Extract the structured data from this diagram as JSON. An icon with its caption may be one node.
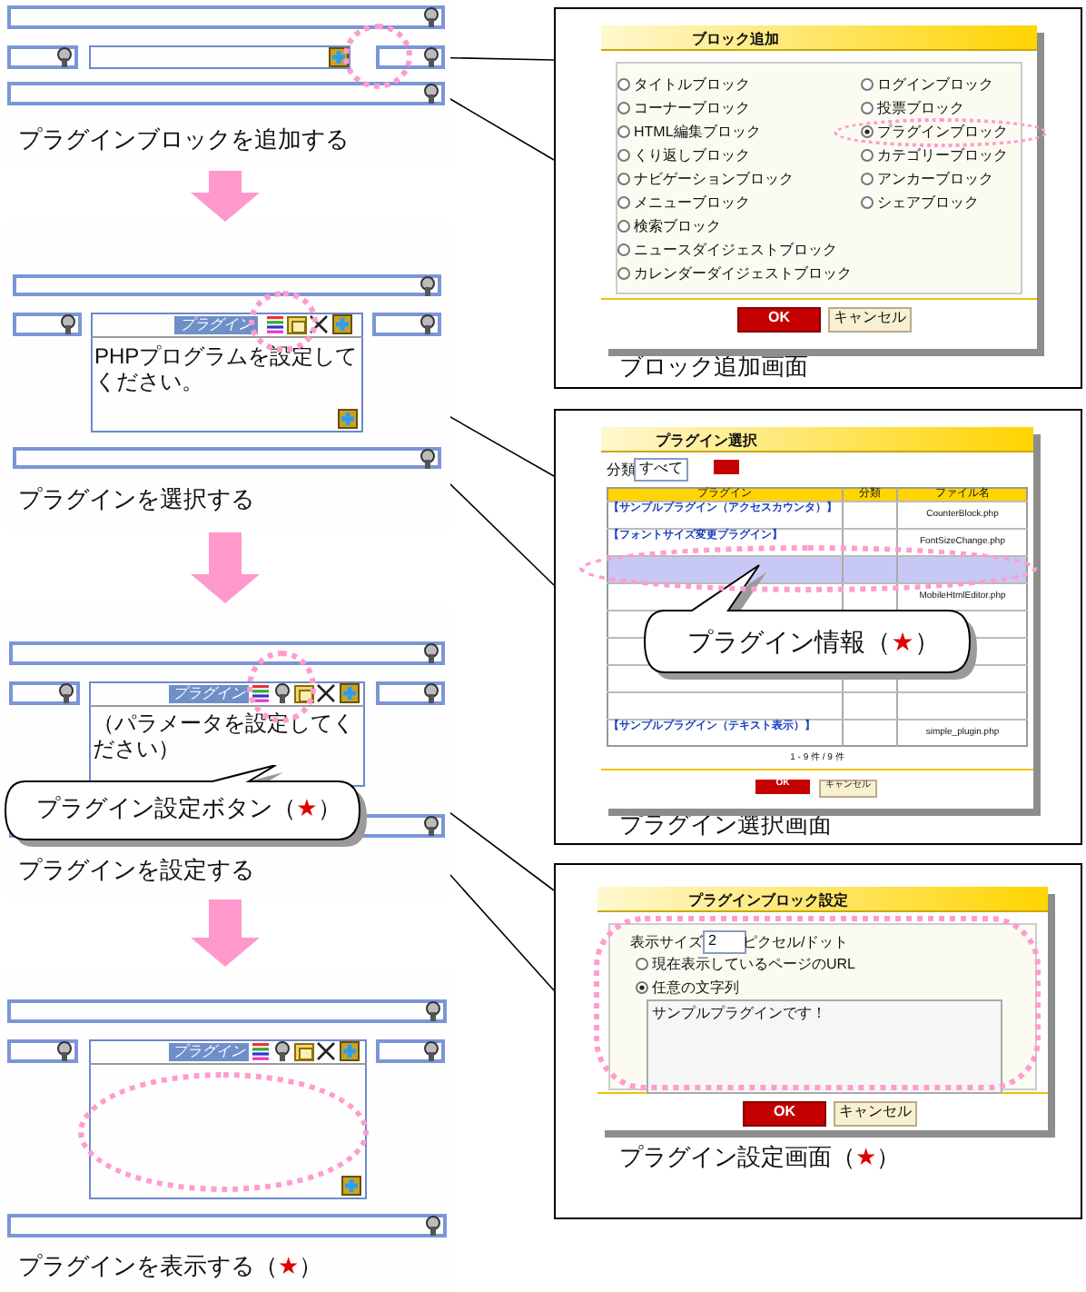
{
  "diagram": {
    "nodes": [
      {
        "text": [
          "プラグインブロックを追加する"
        ]
      },
      {
        "text": [],
        "shape": "circle",
        "in": 0
      },
      {
        "text": [
          "ブロック追加画面"
        ]
      },
      {
        "text": [
          "ブロック追加",
          "タイトルブロック",
          "コーナーブロック",
          "HTML編集ブロック",
          "くり返しブロック",
          "ナビゲーションブロック",
          "メニューブロック",
          "検索ブロック",
          "ニュースダイジェストブロック",
          "カレンダーダイジェストブロック",
          "ログインブロック",
          "投票ブロック",
          "プラグインブロック",
          "カテゴリーブロック",
          "アンカーブロック",
          "シェアブロック",
          "OK",
          "キャンセル"
        ],
        "in": 2
      },
      {
        "text": [
          "プラグイン",
          "PHPプログラムを設定してください。",
          "プラグインを選択する"
        ]
      },
      {
        "text": [],
        "shape": "circle",
        "in": 4
      },
      {
        "text": [
          "プラグイン選択画面"
        ]
      },
      {
        "text": [
          "プラグイン選択",
          "分類",
          "すべて",
          "プラグイン",
          "分類",
          "ファイル名",
          "【サンプルプラグイン（アクセスカウンタ）】",
          "CounterBlock.php",
          "【フォントサイズ変更プラグイン】",
          "FontSizeChange.php",
          "MobileHtmlEditor.php",
          "【サンプルプラグイン（テキスト表示）】",
          "simple_plugin.php",
          "1 - 9 件 / 9 件",
          "OK",
          "キャンセル"
        ],
        "in": 6
      },
      {
        "text": [
          "プラグイン情報（★）"
        ],
        "in": 7
      },
      {
        "text": [
          "プラグイン",
          "（パラメータを設定してください）",
          "プラグインを設定する"
        ]
      },
      {
        "text": [],
        "shape": "circle",
        "in": 9
      },
      {
        "text": [
          "プラグイン設定ボタン（★）"
        ],
        "in": 9
      },
      {
        "text": [
          "プラグイン設定画面（★）"
        ]
      },
      {
        "text": [
          "プラグインブロック設定",
          "表示サイズ",
          "2",
          "ピクセル/ドット",
          "現在表示しているページのURL",
          "任意の文字列",
          "サンプルプラグインです！",
          "OK",
          "キャンセル"
        ],
        "in": 12
      },
      {
        "text": [
          "プラグイン",
          "プラグインを表示する（★）"
        ]
      }
    ],
    "edges": [
      {
        "from": 1,
        "to": 2,
        "arrow": "none"
      },
      {
        "from": 1,
        "to": 2,
        "arrow": "none"
      },
      {
        "from": 5,
        "to": 6,
        "arrow": "none"
      },
      {
        "from": 5,
        "to": 6,
        "arrow": "none"
      },
      {
        "from": 10,
        "to": 12,
        "arrow": "none"
      },
      {
        "from": 10,
        "to": 12,
        "arrow": "none"
      },
      {
        "from": 0,
        "to": 4,
        "arrow": "to",
        "style": "thick",
        "color": "#ff99cc"
      },
      {
        "from": 4,
        "to": 9,
        "arrow": "to",
        "style": "thick",
        "color": "#ff99cc"
      },
      {
        "from": 9,
        "to": 14,
        "arrow": "to",
        "style": "thick",
        "color": "#ff99cc"
      }
    ]
  }
}
